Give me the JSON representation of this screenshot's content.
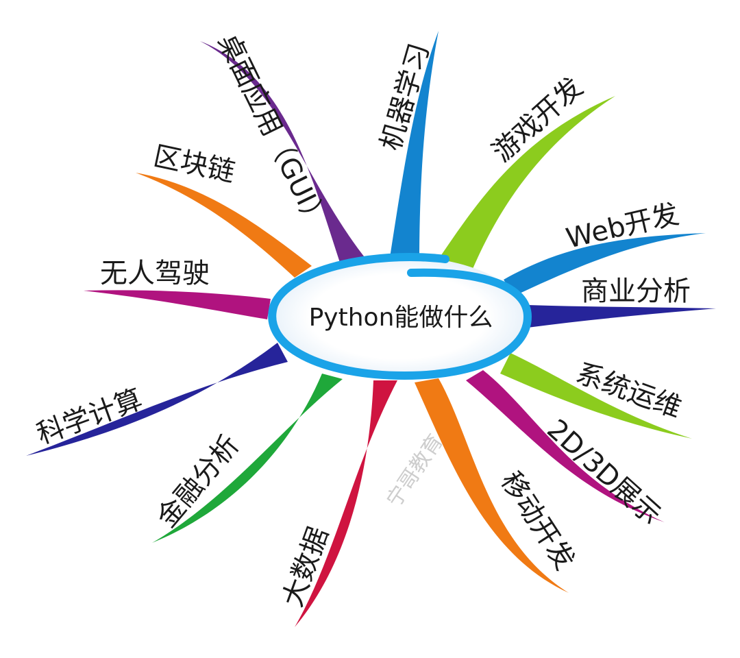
{
  "center": {
    "label": "Python能做什么",
    "ring_color": "#1aa3e8"
  },
  "branches": [
    {
      "label": "桌面应用（GUI）",
      "color": "#6a2a8e"
    },
    {
      "label": "机器学习",
      "color": "#1384cf"
    },
    {
      "label": "游戏开发",
      "color": "#8ccc1e"
    },
    {
      "label": "Web开发",
      "color": "#1384cf"
    },
    {
      "label": "商业分析",
      "color": "#26249a"
    },
    {
      "label": "系统运维",
      "color": "#8ccc1e"
    },
    {
      "label": "2D/3D展示",
      "color": "#b0137f"
    },
    {
      "label": "移动开发",
      "color": "#f07a14"
    },
    {
      "label": "大数据",
      "color": "#cf1440"
    },
    {
      "label": "金融分析",
      "color": "#1fa83a"
    },
    {
      "label": "科学计算",
      "color": "#26249a"
    },
    {
      "label": "无人驾驶",
      "color": "#b0137f"
    },
    {
      "label": "区块链",
      "color": "#f07a14"
    }
  ],
  "watermark": {
    "text": "宁哥教育"
  }
}
